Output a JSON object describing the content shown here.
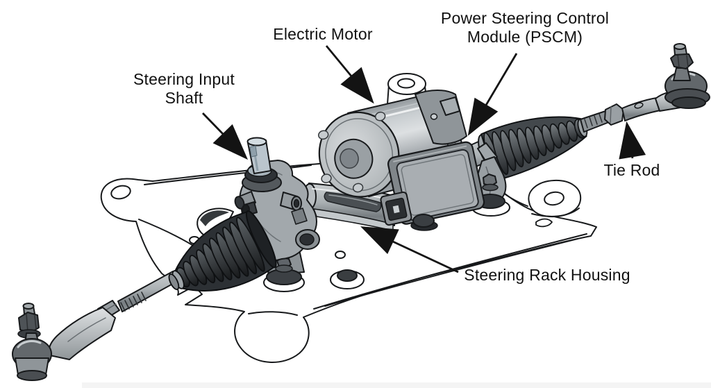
{
  "labels": {
    "electric_motor": {
      "text": "Electric Motor"
    },
    "pscm": {
      "line1": "Power Steering Control",
      "line2": "Module (PSCM)"
    },
    "steering_input_shaft": {
      "line1": "Steering Input",
      "line2": "Shaft"
    },
    "tie_rod": {
      "text": "Tie Rod"
    },
    "steering_rack_housing": {
      "text": "Steering Rack Housing"
    }
  },
  "colors": {
    "background": "#ffffff",
    "label_text": "#111111",
    "outline": "#17191b",
    "metal_light": "#d3d7d9",
    "metal_mid": "#9aa0a4",
    "metal_dark": "#5b6064",
    "boot_rubber_dark": "#33373a",
    "boot_rubber_mid": "#4b5054",
    "input_shaft_blue": "#b9c4cc",
    "subframe_white": "#ffffff"
  }
}
